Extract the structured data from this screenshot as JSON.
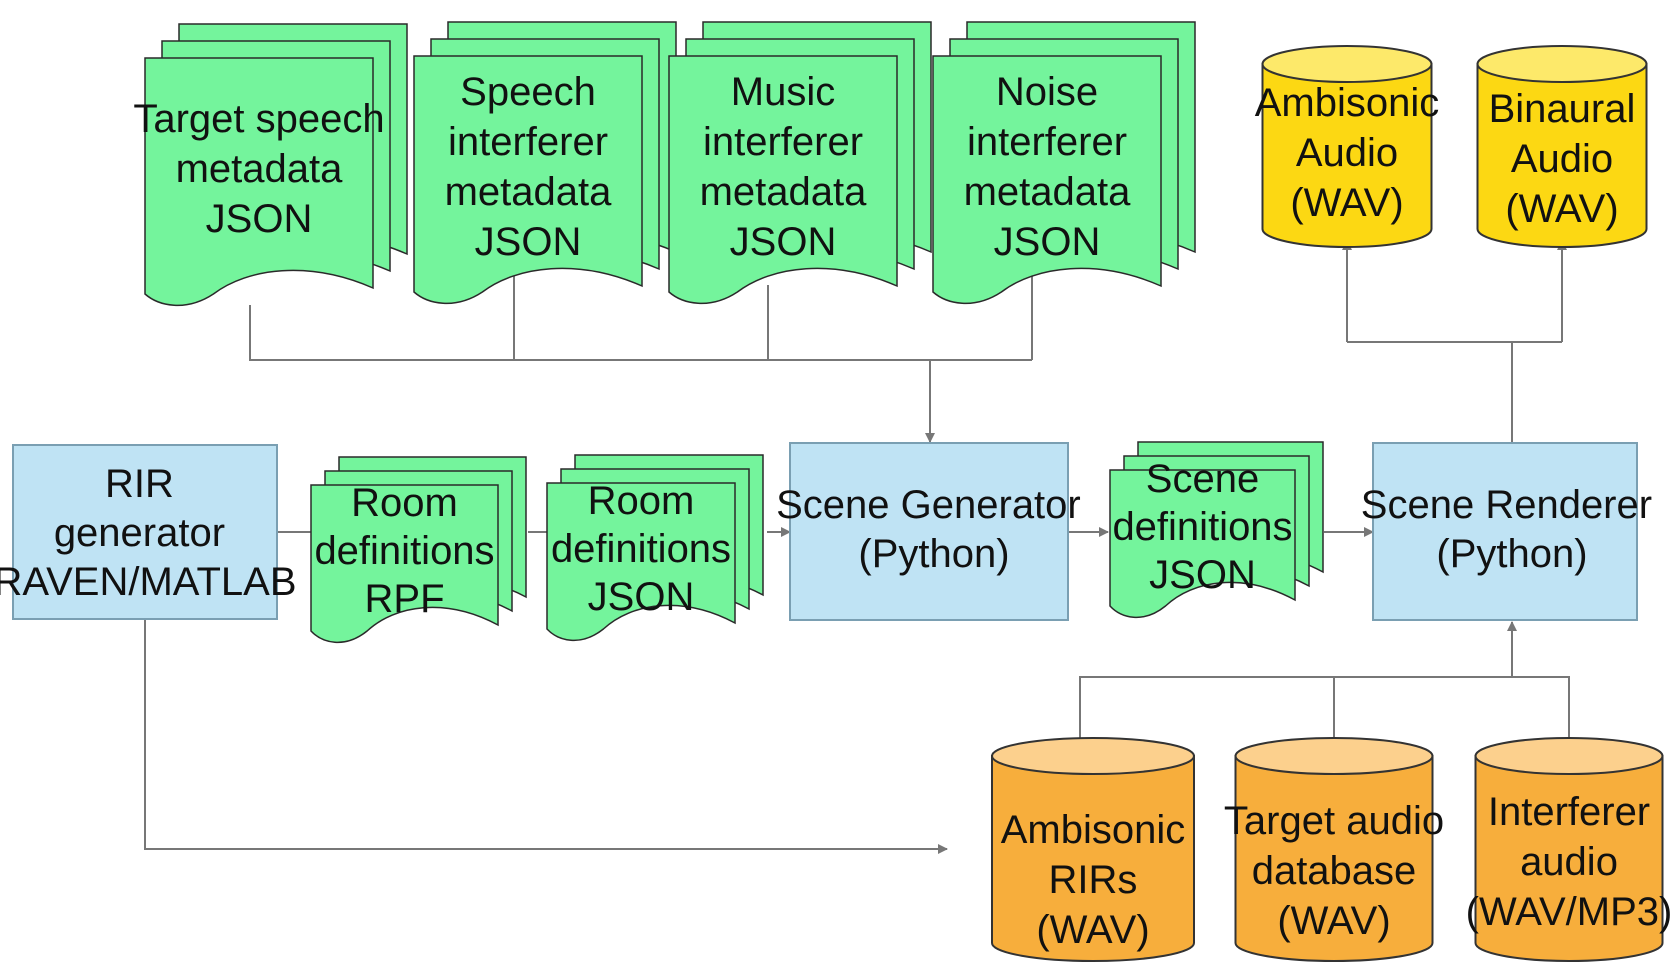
{
  "colors": {
    "doc_fill": "#74f49c",
    "doc_stroke": "#2a2a2a",
    "process_fill": "#bfe3f4",
    "process_stroke": "#7a9fb2",
    "output_db_fill": "#fcd813",
    "output_db_top": "#fde96a",
    "input_db_fill": "#f7ae3c",
    "input_db_top": "#fcd08d",
    "db_stroke": "#333333",
    "edge": "#777777"
  },
  "metadata_docs": [
    {
      "lines": [
        "Target speech",
        "metadata",
        "JSON"
      ]
    },
    {
      "lines": [
        "Speech",
        "interferer",
        "metadata",
        "JSON"
      ]
    },
    {
      "lines": [
        "Music",
        "interferer",
        "metadata",
        "JSON"
      ]
    },
    {
      "lines": [
        "Noise",
        "interferer",
        "metadata",
        "JSON"
      ]
    }
  ],
  "processes": {
    "rir_generator": {
      "lines": [
        "RIR",
        "generator",
        "RAVEN/MATLAB"
      ]
    },
    "scene_generator": {
      "lines": [
        "Scene Generator",
        "(Python)"
      ]
    },
    "scene_renderer": {
      "lines": [
        "Scene Renderer",
        "(Python)"
      ]
    }
  },
  "intermediate_docs": {
    "room_rpf": {
      "lines": [
        "Room",
        "definitions",
        "RPF"
      ]
    },
    "room_json": {
      "lines": [
        "Room",
        "definitions",
        "JSON"
      ]
    },
    "scene_json": {
      "lines": [
        "Scene",
        "definitions",
        "JSON"
      ]
    }
  },
  "output_databases": [
    {
      "lines": [
        "Ambisonic",
        "Audio",
        "(WAV)"
      ]
    },
    {
      "lines": [
        "Binaural",
        "Audio",
        "(WAV)"
      ]
    }
  ],
  "input_databases": [
    {
      "lines": [
        "Ambisonic",
        "RIRs",
        "(WAV)"
      ]
    },
    {
      "lines": [
        "Target audio",
        "database",
        "(WAV)"
      ]
    },
    {
      "lines": [
        "Interferer",
        "audio",
        "(WAV/MP3)"
      ]
    }
  ]
}
